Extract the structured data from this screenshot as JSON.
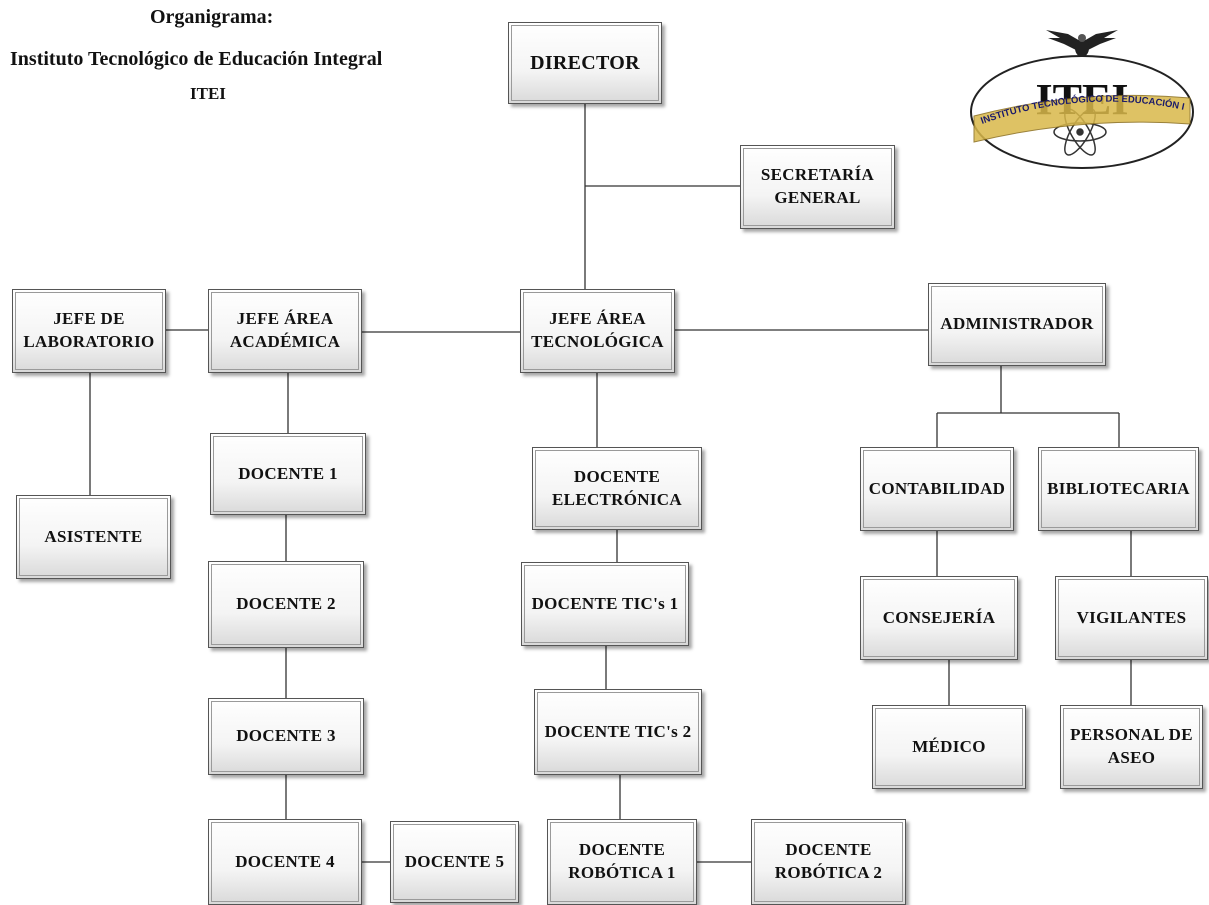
{
  "header": {
    "title": "Organigrama:",
    "institution": "Instituto Tecnológico de Educación Integral",
    "acronym": "ITEI"
  },
  "logo": {
    "letters": "ITEI",
    "ring_text": "INSTITUTO TECNOLÓGICO DE EDUCACIÓN INTEGRAL",
    "icon": "eagle-atom-logo"
  },
  "nodes": {
    "director": "DIRECTOR",
    "secretaria": "SECRETARÍA\nGENERAL",
    "jefe_lab": "JEFE DE\nLABORATORIO",
    "jefe_academica": "JEFE ÁREA\nACADÉMICA",
    "jefe_tecnologica": "JEFE  ÁREA\nTECNOLÓGICA",
    "administrador": "ADMINISTRADOR",
    "asistente": "ASISTENTE",
    "docente1": "DOCENTE 1",
    "docente2": "DOCENTE 2",
    "docente3": "DOCENTE 3",
    "docente4": "DOCENTE 4",
    "docente5": "DOCENTE 5",
    "docente_electronica": "DOCENTE\nELECTRÓNICA",
    "docente_tics1": "DOCENTE TIC's 1",
    "docente_tics2": "DOCENTE TIC's 2",
    "docente_robotica1": "DOCENTE\nROBÓTICA 1",
    "docente_robotica2": "DOCENTE\nROBÓTICA 2",
    "contabilidad": "CONTABILIDAD",
    "bibliotecaria": "BIBLIOTECARIA",
    "consejeria": "CONSEJERÍA",
    "vigilantes": "VIGILANTES",
    "medico": "MÉDICO",
    "personal_aseo": "PERSONAL DE\nASEO"
  },
  "colors": {
    "line": "#333333",
    "logo_ring": "#b8860b"
  }
}
